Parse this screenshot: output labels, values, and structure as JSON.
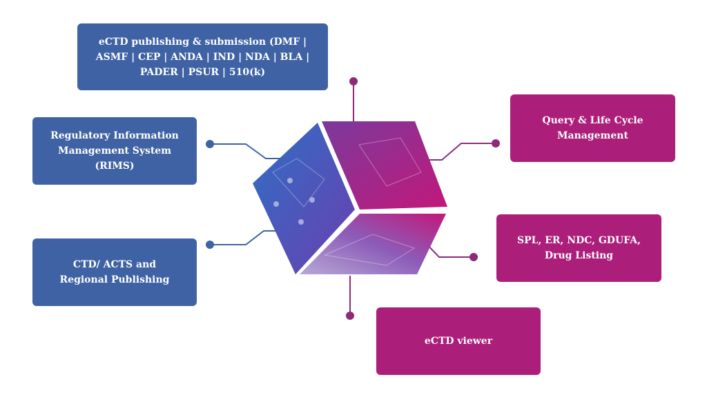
{
  "boxes": {
    "ectd_publishing": "eCTD publishing & submission (DMF | ASMF | CEP | ANDA | IND | NDA | BLA | PADER | PSUR | 510(k)",
    "rims": "Regulatory Information Management System (RIMS)",
    "ctd_acts": "CTD/ ACTS and Regional Publishing",
    "query_lifecycle": "Query & Life Cycle Management",
    "spl": "SPL, ER, NDC, GDUFA, Drug Listing",
    "ectd_viewer": "eCTD viewer"
  },
  "colors": {
    "blue": "#3f62a4",
    "magenta": "#ab1e7a",
    "cube_left": "#3a64b8",
    "cube_top": "#9a2a86",
    "cube_front": "#8d4fb0"
  }
}
